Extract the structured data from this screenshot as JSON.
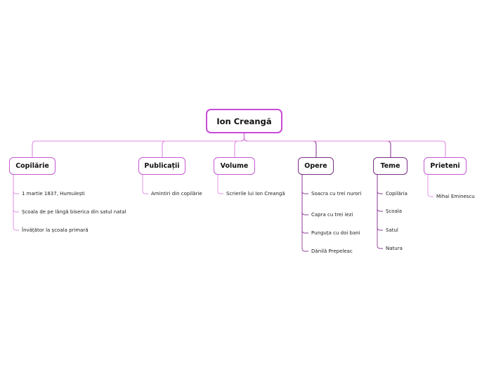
{
  "root": {
    "label": "Ion Creangă"
  },
  "branches": [
    {
      "label": "Copilărie",
      "children": [
        "1 martie 1837, Humulești",
        "Școala de pe lângă biserica din satul natal",
        "Învățător la școala primară"
      ]
    },
    {
      "label": "Publicații",
      "children": [
        "Amintiri din copilărie"
      ]
    },
    {
      "label": "Volume",
      "children": [
        "Scrierile lui Ion Creangă"
      ]
    },
    {
      "label": "Opere",
      "children": [
        "Soacra cu trei nurori",
        "Capra cu trei iezi",
        "Punguța cu doi bani",
        "Dănilă Prepeleac"
      ]
    },
    {
      "label": "Teme",
      "children": [
        "Copilăria",
        "Școala",
        "Satul",
        "Natura"
      ]
    },
    {
      "label": "Prieteni",
      "children": [
        "Mihai Eminescu"
      ]
    }
  ],
  "colors": {
    "root_border": "#c94bd6",
    "branch_border": "#c85ad4",
    "branch_border_dark": "#7c2f86",
    "connector_light": "#e08ae6",
    "connector_dark": "#8e3a98"
  }
}
